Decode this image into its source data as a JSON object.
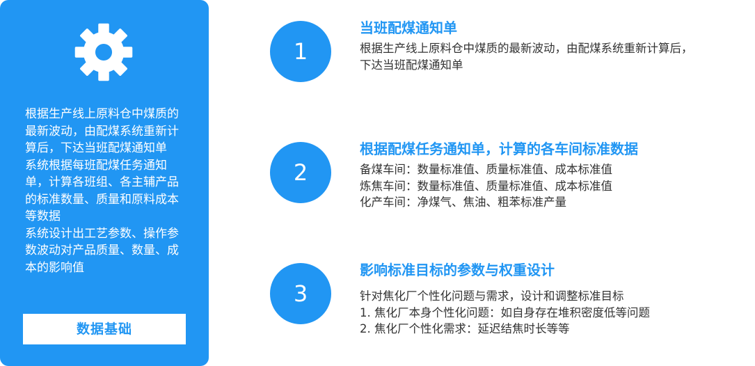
{
  "colors": {
    "accent": "#2196f3",
    "panel_text": "#ffffff",
    "body_text": "#333333"
  },
  "left_panel": {
    "icon": "gear-icon",
    "paragraphs": [
      "根据生产线上原料仓中煤质的最新波动，由配煤系统重新计算后，下达当班配煤通知单",
      "系统根据每班配煤任务通知单，计算各班组、各主辅产品的标准数量、质量和原料成本等数据",
      "系统设计出工艺参数、操作参数波动对产品质量、数量、成本的影响值"
    ],
    "button_label": "数据基础"
  },
  "steps": [
    {
      "number": "1",
      "title": "当班配煤通知单",
      "lines": [
        "根据生产线上原料仓中煤质的最新波动，由配煤系统重新计算后，",
        "下达当班配煤通知单"
      ]
    },
    {
      "number": "2",
      "title": "根据配煤任务通知单，计算的各车间标准数据",
      "lines": [
        "备煤车间：数量标准值、质量标准值、成本标准值",
        "炼焦车间：数量标准值、质量标准值、成本标准值",
        "化产车间：净煤气、焦油、粗苯标准产量"
      ]
    },
    {
      "number": "3",
      "title": "影响标准目标的参数与权重设计",
      "lines": [
        "针对焦化厂个性化问题与需求，设计和调整标准目标",
        "1. 焦化厂本身个性化问题：如自身存在堆积密度低等问题",
        "2. 焦化厂个性化需求：延迟结焦时长等等"
      ]
    }
  ]
}
